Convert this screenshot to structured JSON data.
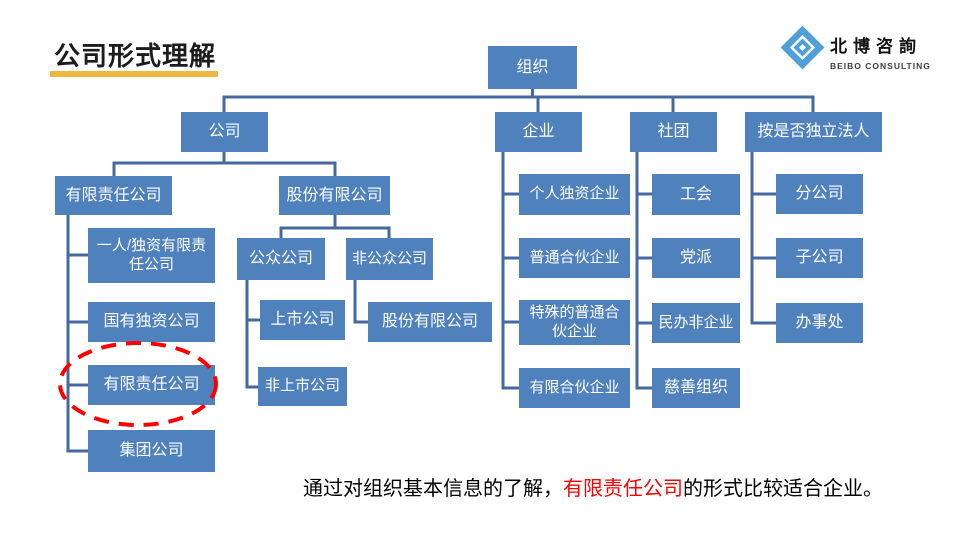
{
  "title": {
    "text": "公司形式理解"
  },
  "logo": {
    "cn": "北博咨詢",
    "en": "BEIBO CONSULTING"
  },
  "colors": {
    "node_fill": "#4F81BD",
    "connector": "#44699E",
    "title_underline": "#EDB83D",
    "highlight_red": "#FF0000",
    "logo_blue": "#4F9FD8"
  },
  "nodes": {
    "zuzhi": {
      "label": "组织"
    },
    "gongsi": {
      "label": "公司"
    },
    "qiye": {
      "label": "企业"
    },
    "shetuan": {
      "label": "社团"
    },
    "anfaren": {
      "label": "按是否独立法人"
    },
    "youxian2": {
      "label": "有限责任公司"
    },
    "gufen2": {
      "label": "股份有限公司"
    },
    "yiren": {
      "label": "一人/独资有限责\n任公司"
    },
    "guoyou": {
      "label": "国有独资公司"
    },
    "youxian3": {
      "label": "有限责任公司"
    },
    "jituan": {
      "label": "集团公司"
    },
    "gongzhong": {
      "label": "公众公司"
    },
    "feigongzhong": {
      "label": "非公众公司"
    },
    "shangshi": {
      "label": "上市公司"
    },
    "feishangshi": {
      "label": "非上市公司"
    },
    "gufen3": {
      "label": "股份有限公司"
    },
    "geren": {
      "label": "个人独资企业"
    },
    "putong": {
      "label": "普通合伙企业"
    },
    "teshu": {
      "label": "特殊的普通合\n伙企业"
    },
    "youxianhehuo": {
      "label": "有限合伙企业"
    },
    "gonghui": {
      "label": "工会"
    },
    "dangpai": {
      "label": "党派"
    },
    "minban": {
      "label": "民办非企业"
    },
    "cishan": {
      "label": "慈善组织"
    },
    "fengongsi": {
      "label": "分公司"
    },
    "zigongsi": {
      "label": "子公司"
    },
    "banshichu": {
      "label": "办事处"
    }
  },
  "summary": {
    "prefix": "通过对组织基本信息的了解，",
    "highlight": "有限责任公司",
    "suffix": "的形式比较适合企业。"
  }
}
